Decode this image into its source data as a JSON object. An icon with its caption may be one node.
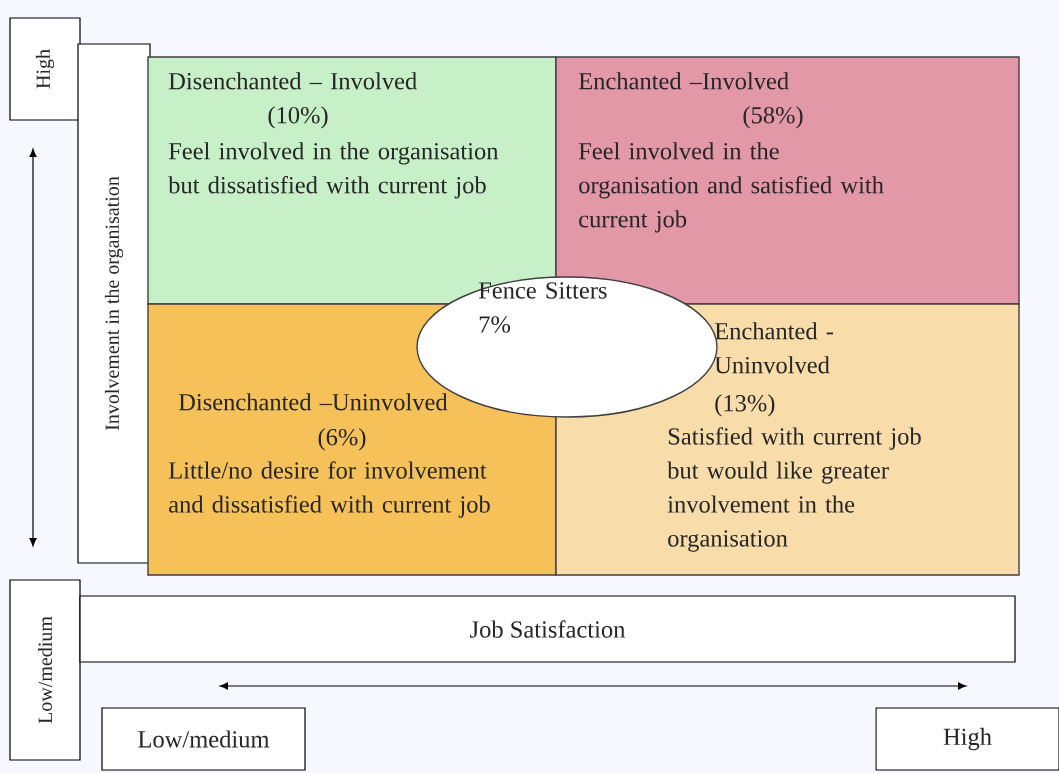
{
  "diagram": {
    "nodes": [
      {
        "text": [
          "High"
        ]
      },
      {
        "text": [
          "Involvement in the organisation"
        ]
      },
      {
        "text": [
          "Disenchanted – Involved",
          "(10%)",
          "Feel involved in the organisation but dissatisfied with current job"
        ]
      },
      {
        "text": [
          "Enchanted –Involved",
          "(58%)",
          "Feel involved in the organisation and satisfied with current job"
        ]
      },
      {
        "text": [
          "Fence Sitters",
          "7%"
        ]
      },
      {
        "text": [
          "Disenchanted –Uninvolved",
          "(6%)",
          "Little/no desire for involvement and dissatisfied with current job"
        ]
      },
      {
        "text": [
          "Enchanted - Uninvolved",
          "(13%)",
          "Satisfied with current job but would like greater involvement in the organisation"
        ]
      },
      {
        "text": [
          "Low/medium"
        ]
      },
      {
        "text": [
          "Job Satisfaction"
        ]
      },
      {
        "text": [
          "Low/medium"
        ]
      },
      {
        "text": [
          "High"
        ]
      }
    ]
  }
}
